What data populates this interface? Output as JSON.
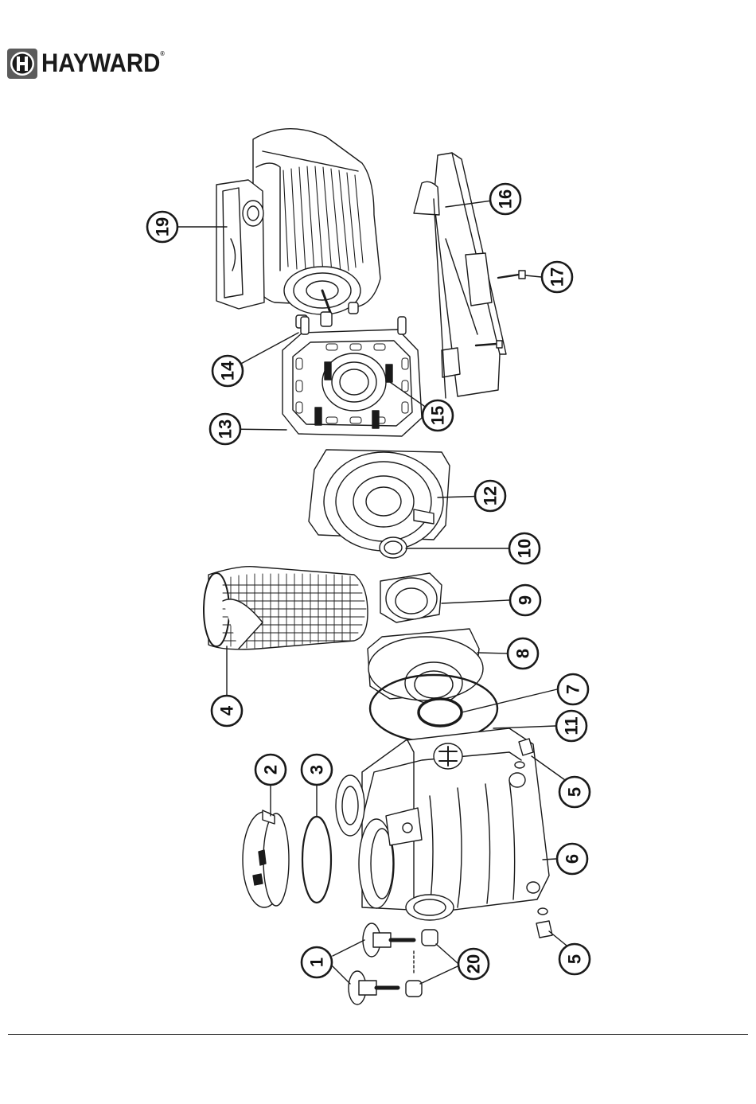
{
  "brand": {
    "name": "HAYWARD",
    "mark": "®",
    "color": "#1a1a1a",
    "badge_color": "#5b5b5b"
  },
  "callouts": [
    {
      "id": "c19",
      "label": "19"
    },
    {
      "id": "c16",
      "label": "16"
    },
    {
      "id": "c17",
      "label": "17"
    },
    {
      "id": "c14",
      "label": "14"
    },
    {
      "id": "c15",
      "label": "15"
    },
    {
      "id": "c13",
      "label": "13"
    },
    {
      "id": "c12",
      "label": "12"
    },
    {
      "id": "c10",
      "label": "10"
    },
    {
      "id": "c9",
      "label": "9"
    },
    {
      "id": "c8",
      "label": "8"
    },
    {
      "id": "c4",
      "label": "4"
    },
    {
      "id": "c7",
      "label": "7"
    },
    {
      "id": "c11",
      "label": "11"
    },
    {
      "id": "c2",
      "label": "2"
    },
    {
      "id": "c3",
      "label": "3"
    },
    {
      "id": "c5a",
      "label": "5"
    },
    {
      "id": "c6",
      "label": "6"
    },
    {
      "id": "c1",
      "label": "1"
    },
    {
      "id": "c20",
      "label": "20"
    },
    {
      "id": "c5b",
      "label": "5"
    }
  ],
  "line_color": "#1a1a1a"
}
